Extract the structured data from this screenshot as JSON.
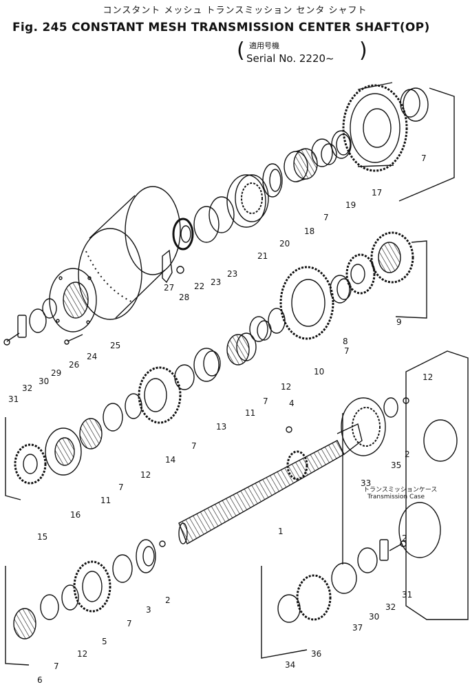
{
  "title": {
    "japanese": "コンスタント メッシュ トランスミッション センタ シャフト",
    "english": "Fig. 245 CONSTANT MESH TRANSMISSION CENTER SHAFT(OP)"
  },
  "serial": {
    "japanese": "適用号機",
    "english": "Serial No. 2220~"
  },
  "case_label": {
    "japanese": "トランスミッションケース",
    "english": "Transmission Case"
  },
  "part_labels": [
    "1",
    "2",
    "2",
    "2",
    "3",
    "4",
    "5",
    "6",
    "7",
    "7",
    "7",
    "7",
    "7",
    "7",
    "7",
    "7",
    "8",
    "9",
    "10",
    "11",
    "11",
    "12",
    "12",
    "12",
    "12",
    "13",
    "14",
    "15",
    "16",
    "17",
    "18",
    "19",
    "20",
    "21",
    "22",
    "23",
    "23",
    "24",
    "25",
    "26",
    "27",
    "28",
    "29",
    "30",
    "30",
    "31",
    "31",
    "32",
    "32",
    "33",
    "34",
    "35",
    "36",
    "37"
  ],
  "colors": {
    "line": "#111111",
    "paper": "#ffffff"
  }
}
